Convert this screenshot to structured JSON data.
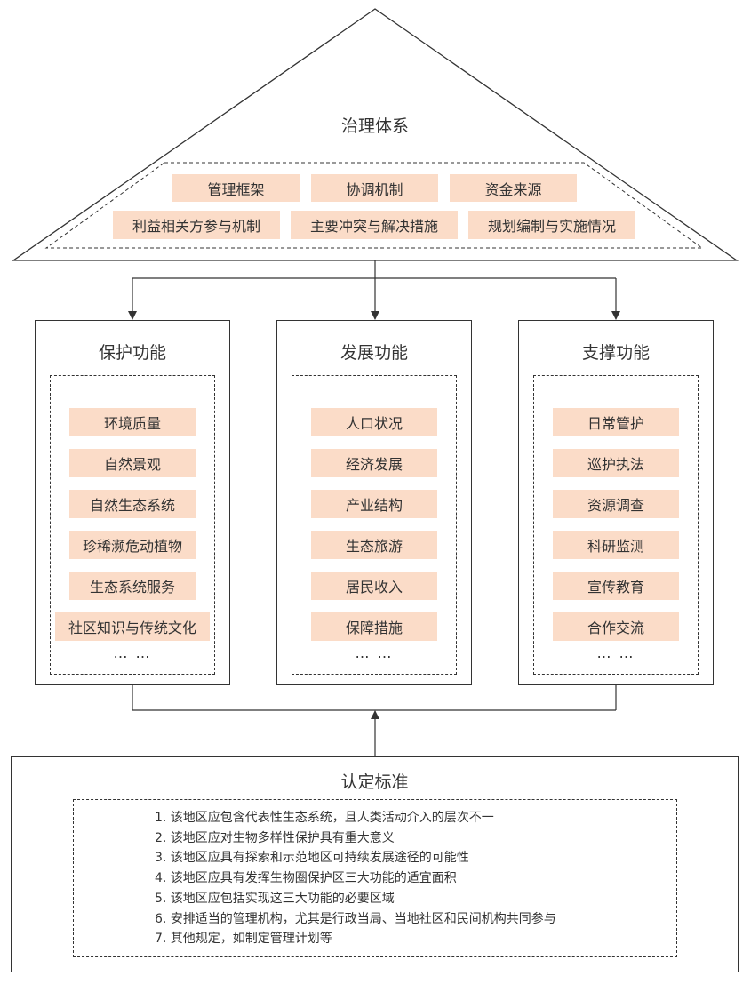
{
  "governance": {
    "title": "治理体系",
    "items_row1": [
      "管理框架",
      "协调机制",
      "资金来源"
    ],
    "items_row2": [
      "利益相关方参与机制",
      "主要冲突与解决措施",
      "规划编制与实施情况"
    ]
  },
  "functions": [
    {
      "title": "保护功能",
      "items": [
        "环境质量",
        "自然景观",
        "自然生态系统",
        "珍稀濒危动植物",
        "生态系统服务",
        "社区知识与传统文化"
      ],
      "ellipsis": "… …"
    },
    {
      "title": "发展功能",
      "items": [
        "人口状况",
        "经济发展",
        "产业结构",
        "生态旅游",
        "居民收入",
        "保障措施"
      ],
      "ellipsis": "… …"
    },
    {
      "title": "支撑功能",
      "items": [
        "日常管护",
        "巡护执法",
        "资源调查",
        "科研监测",
        "宣传教育",
        "合作交流"
      ],
      "ellipsis": "… …"
    }
  ],
  "criteria": {
    "title": "认定标准",
    "items": [
      "1. 该地区应包含代表性生态系统，且人类活动介入的层次不一",
      "2. 该地区应对生物多样性保护具有重大意义",
      "3. 该地区应具有探索和示范地区可持续发展途径的可能性",
      "4. 该地区应具有发挥生物圈保护区三大功能的适宜面积",
      "5. 该地区应包括实现这三大功能的必要区域",
      "6. 安排适当的管理机构，尤其是行政当局、当地社区和民间机构共同参与",
      "7. 其他规定，如制定管理计划等"
    ]
  },
  "colors": {
    "tag_fill": "#fbdcc8",
    "line": "#333333"
  }
}
